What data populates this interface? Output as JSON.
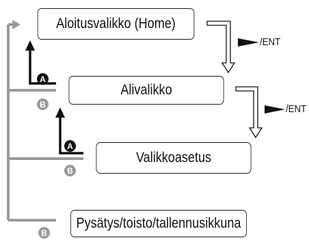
{
  "diagram": {
    "boxes": {
      "home": "Aloitusvalikko (Home)",
      "submenu": "Alivalikko",
      "settings": "Valikkoasetus",
      "playback": "Pysätys/toisto/tallennusikkuna"
    },
    "arrow_labels": {
      "enter_1": "/ENT",
      "enter_2": "/ENT"
    },
    "badges": {
      "a": "A",
      "b": "B"
    },
    "colors": {
      "line_dark": "#111111",
      "line_gray": "#9a9a9a",
      "box_border": "#1a1a1a"
    }
  }
}
